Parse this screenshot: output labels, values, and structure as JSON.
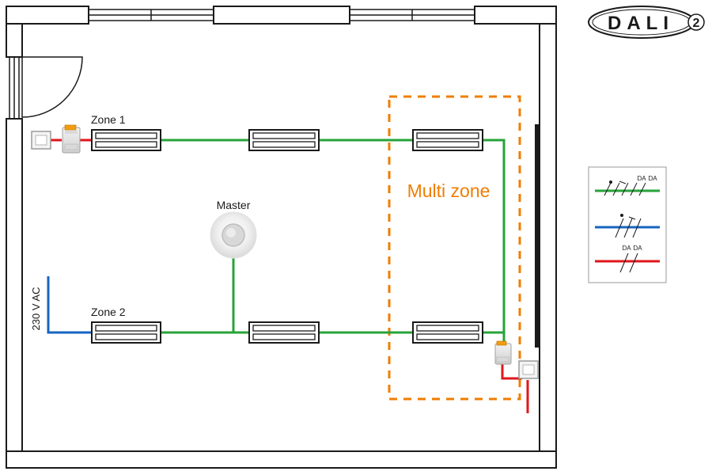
{
  "logo": {
    "text": "DALI",
    "version": "2"
  },
  "labels": {
    "zone1": "Zone 1",
    "zone2": "Zone 2",
    "master": "Master",
    "multi_zone": "Multi zone",
    "supply": "230 V AC"
  },
  "legend": {
    "da_text_green_1": "DA",
    "da_text_green_2": "DA",
    "da_text_red_1": "DA",
    "da_text_red_2": "DA"
  },
  "colors": {
    "dali_bus": "#27a33a",
    "mains_supply": "#1565c0",
    "power_feed": "#e0161b",
    "multi_zone": "#f07d00",
    "walls": "#1a1a1a",
    "window_strip": "#1a1a1a"
  },
  "icons": {
    "switch": "wall-switch-icon",
    "controller": "dali-power-controller-icon",
    "sensor": "master-presence-sensor-icon",
    "luminaire": "linear-luminaire-icon"
  }
}
